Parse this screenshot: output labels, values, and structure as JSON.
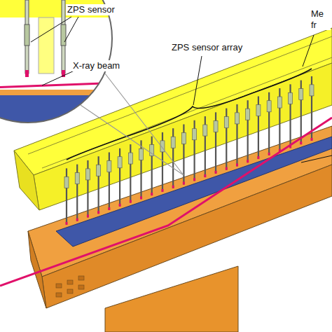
{
  "diagram": {
    "labels": [
      "ZPS sensor",
      "X-ray beam",
      "ZPS sensor array",
      "Me fr"
    ]
  }
}
